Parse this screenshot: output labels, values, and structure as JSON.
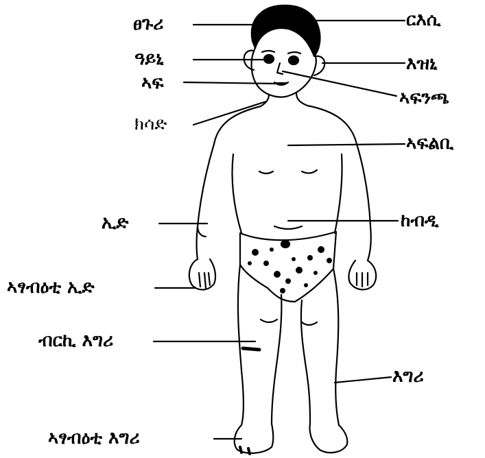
{
  "labels": {
    "hair": "ፀጉሪ",
    "head": "ርእሲ",
    "eye": "ዓይኒ",
    "ear": "እዝኒ",
    "mouth": "ኣፍ",
    "nose": "ኣፍንጫ",
    "neck": "ክሳድ",
    "chest": "ኣፍልቢ",
    "arm": "ኢድ",
    "belly": "ከብዲ",
    "fingers": "ኣፃብዕቲ ኢድ",
    "knee": "ብርኪ እግሪ",
    "leg": "እግሪ",
    "toes": "ኣፃብዕቲ እግሪ"
  }
}
